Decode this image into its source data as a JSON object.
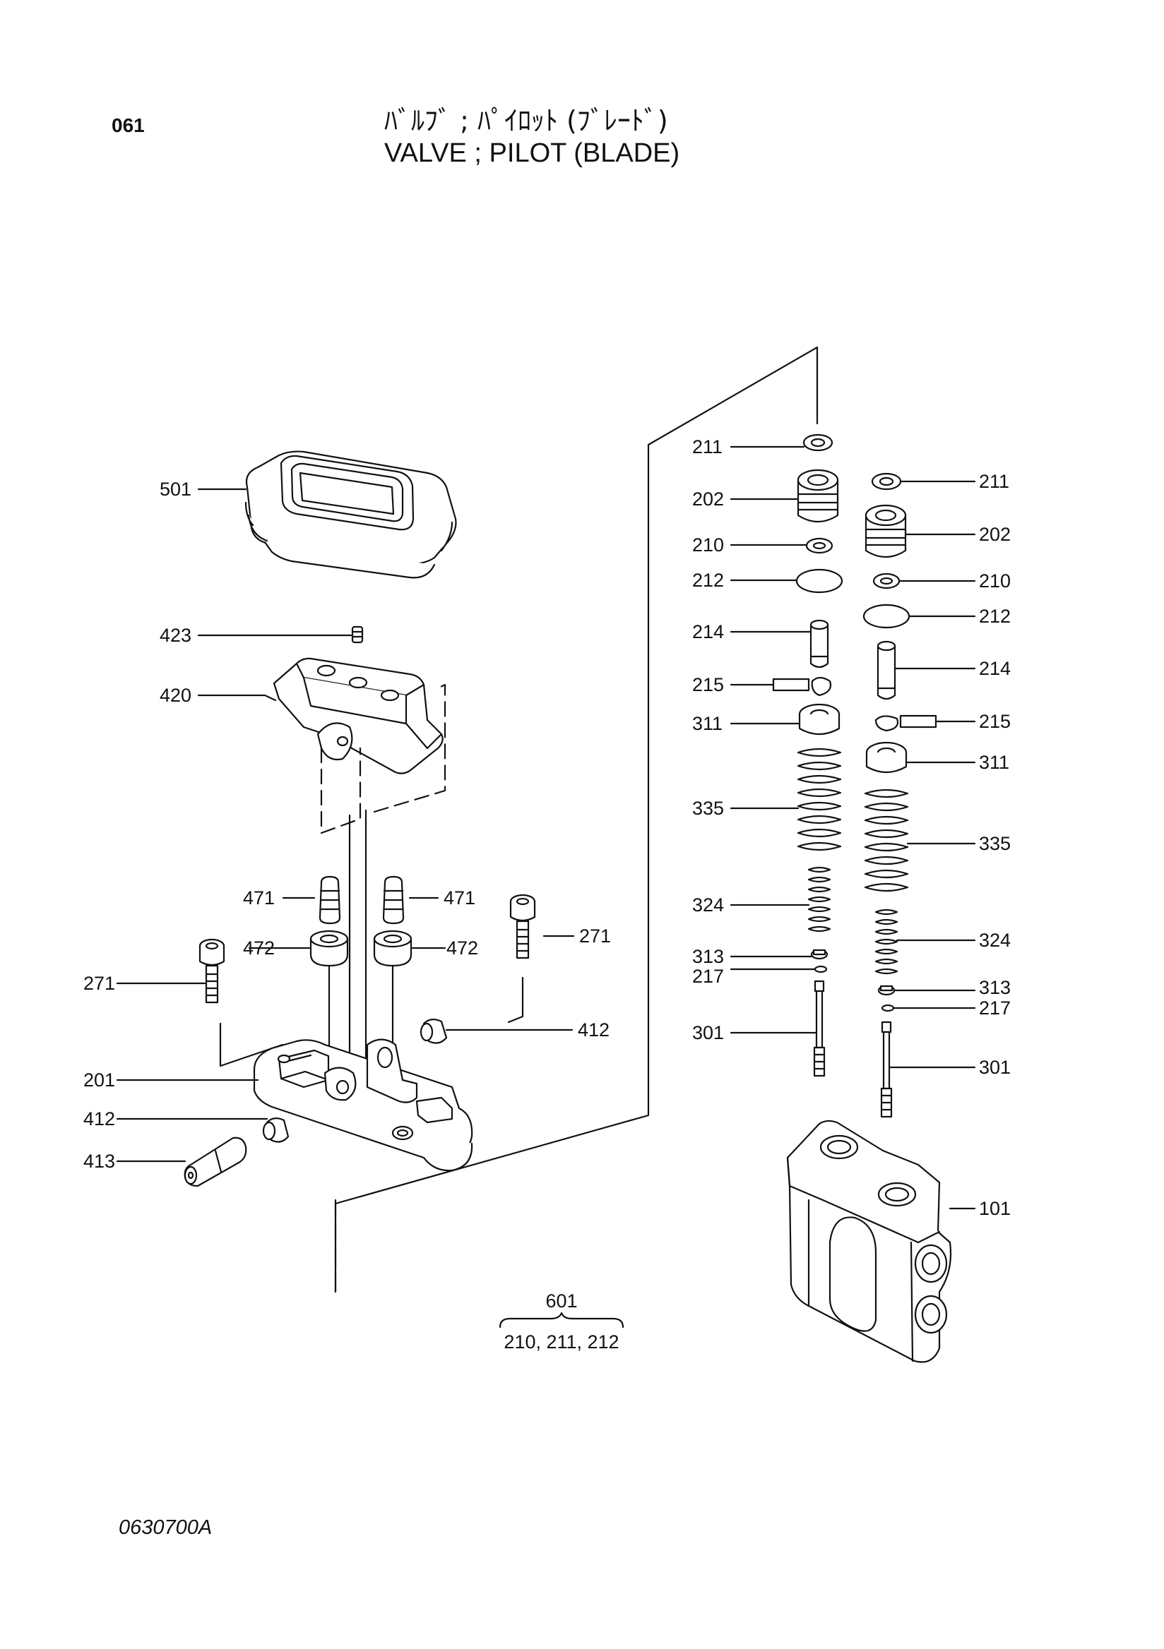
{
  "header": {
    "page_number": "061",
    "title_jp": "ﾊﾞﾙﾌﾞ ; ﾊﾟｲﾛｯﾄ (ﾌﾞﾚｰﾄﾞ)",
    "title_en": "VALVE ; PILOT (BLADE)"
  },
  "footer": {
    "drawing_code": "0630700A"
  },
  "callouts": {
    "left": [
      "501",
      "423",
      "420",
      "471",
      "471",
      "472",
      "472",
      "271",
      "271",
      "412",
      "201",
      "412",
      "413"
    ],
    "center": [
      "211",
      "202",
      "210",
      "212",
      "214",
      "215",
      "311",
      "335",
      "324",
      "313",
      "217",
      "301"
    ],
    "right": [
      "211",
      "202",
      "210",
      "212",
      "214",
      "215",
      "311",
      "335",
      "324",
      "313",
      "217",
      "301",
      "101"
    ]
  },
  "kit": {
    "number": "601",
    "contents": "210, 211, 212"
  },
  "colors": {
    "line": "#111111",
    "background": "#ffffff"
  }
}
